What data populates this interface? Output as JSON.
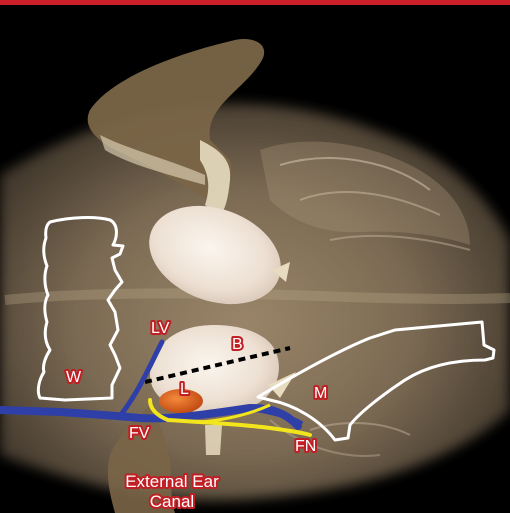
{
  "labels": {
    "lv": "LV",
    "b": "B",
    "w": "W",
    "l": "L",
    "m": "M",
    "fv": "FV",
    "fn": "FN",
    "ear_line1": "External Ear",
    "ear_line2": "Canal"
  },
  "colors": {
    "top_bar": "#cc1f2a",
    "label_glow": "#c01f24",
    "vein": "#2f3fa8",
    "nerve": "#f2e51c",
    "dashed_line": "#000000",
    "outline": "#ffffff",
    "gland_fill": "#f1e6dc",
    "lesion": "#e2641d",
    "background": "#000000"
  }
}
